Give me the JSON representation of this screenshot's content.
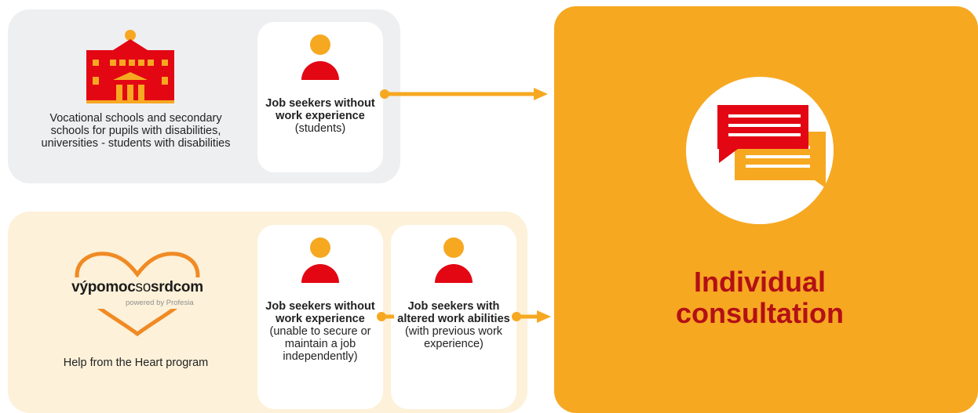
{
  "top_section": {
    "institution_label": "Vocational schools and secondary schools for pupils with disabilities, universities - students with disabilities",
    "card": {
      "title": "Job seekers without work experience",
      "subtitle": "(students)"
    }
  },
  "bottom_section": {
    "logo": {
      "brand_bold": "výpomoc",
      "brand_thin": "so",
      "brand_bold_2": "srdcom",
      "tagline": "powered by Profesia"
    },
    "program_label": "Help from the Heart program",
    "cards": [
      {
        "title": "Job seekers without work experience",
        "subtitle": "(unable to secure or maintain a job independently)"
      },
      {
        "title": "Job seekers with altered work abilities",
        "subtitle": "(with previous work experience)"
      }
    ]
  },
  "result": {
    "title": "Individual consultation"
  },
  "colors": {
    "orange": "#f6a821",
    "red": "#e30613",
    "dark_red": "#b31016",
    "gray_panel": "#eeeff1",
    "cream_panel": "#fdf1d9"
  },
  "icons": [
    "school-building-icon",
    "person-icon",
    "heart-logo-icon",
    "chat-bubbles-icon",
    "arrow-right-icon"
  ]
}
